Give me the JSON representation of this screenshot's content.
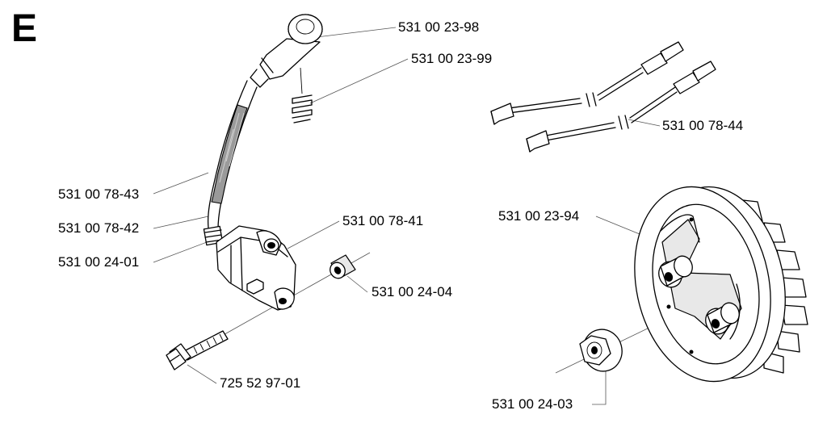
{
  "section_letter": "E",
  "parts": {
    "spark_plug_cap": "531 00 23-98",
    "cap_spring": "531 00 23-99",
    "ignition_cable_kit": "531 00 78-44",
    "ht_lead": "531 00 78-43",
    "lead_sleeve": "531 00 78-42",
    "ignition_module": "531 00 78-41",
    "lead_clip": "531 00 24-01",
    "spacer_sleeve": "531 00 24-04",
    "module_screw": "725 52 97-01",
    "flywheel": "531 00 23-94",
    "flywheel_nut": "531 00 24-03"
  }
}
